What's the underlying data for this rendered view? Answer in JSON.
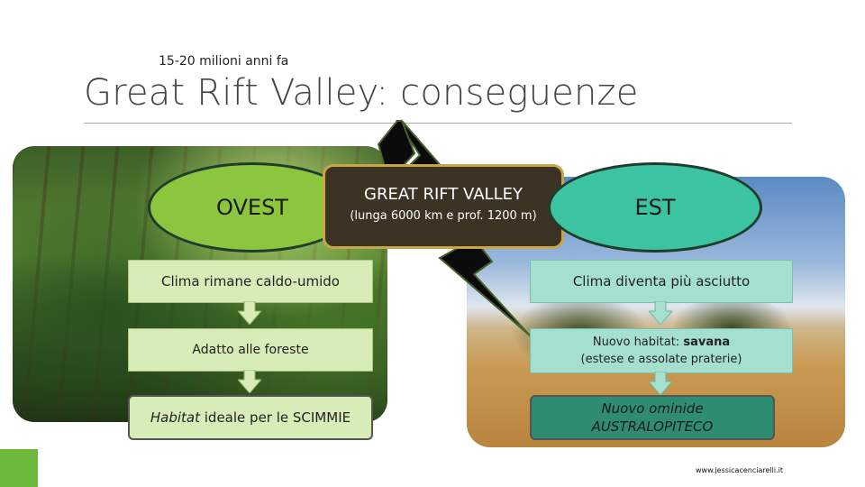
{
  "slide": {
    "subtitle": "15-20 milioni anni fa",
    "title": "Great Rift Valley: conseguenze"
  },
  "ovest": {
    "label": "OVEST",
    "box1": "Clima rimane caldo-umido",
    "box2": "Adatto alle foreste",
    "box3_italic": "Habitat",
    "box3_rest": " ideale per le SCIMMIE"
  },
  "center": {
    "title": "GREAT RIFT VALLEY",
    "sub": "(lunga 6000 km e prof. 1200 m)"
  },
  "est": {
    "label": "EST",
    "box1": "Clima diventa più asciutto",
    "box2_line1_prefix": "Nuovo habitat: ",
    "box2_line1_bold": "savana",
    "box2_line2": "(estese e assolate praterie)",
    "box3_line1": "Nuovo ominide",
    "box3_line2": "AUSTRALOPITECO"
  },
  "footer": {
    "website": "www.jessicacenciarelli.it"
  },
  "colors": {
    "ovest_ellipse": "#8cc63f",
    "est_ellipse": "#3cc3a2",
    "center_box": "#3d3325",
    "left_boxes": "#d8ecb8",
    "right_boxes": "#a5e0cf",
    "final_right_box": "#2e8c70",
    "footer_bar": "#6bb83a"
  }
}
